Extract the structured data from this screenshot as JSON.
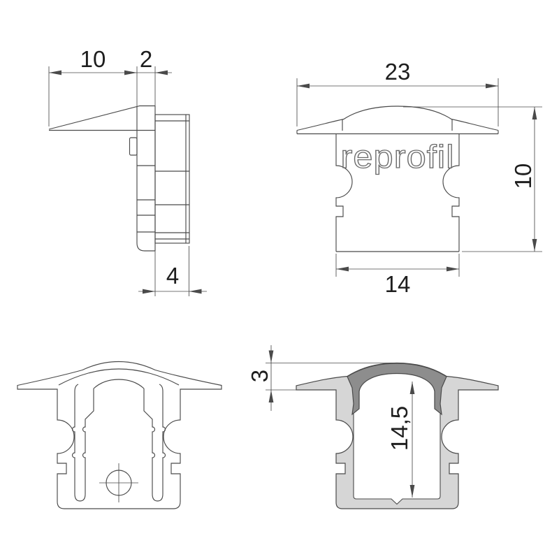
{
  "drawing": {
    "logo": "reprofil",
    "dimensions": {
      "side_flange_width": "10",
      "side_plate_thickness": "2",
      "side_insert_depth": "4",
      "front_total_width": "23",
      "front_height": "10",
      "front_body_width": "14",
      "section_cover_height": "3",
      "section_inner_height": "14,5"
    },
    "colors": {
      "line": "#4a4a4a",
      "profile_fill": "#d6d6d6",
      "cover_fill": "#8d8d8d",
      "logo_stroke": "#6a6a6a"
    }
  }
}
